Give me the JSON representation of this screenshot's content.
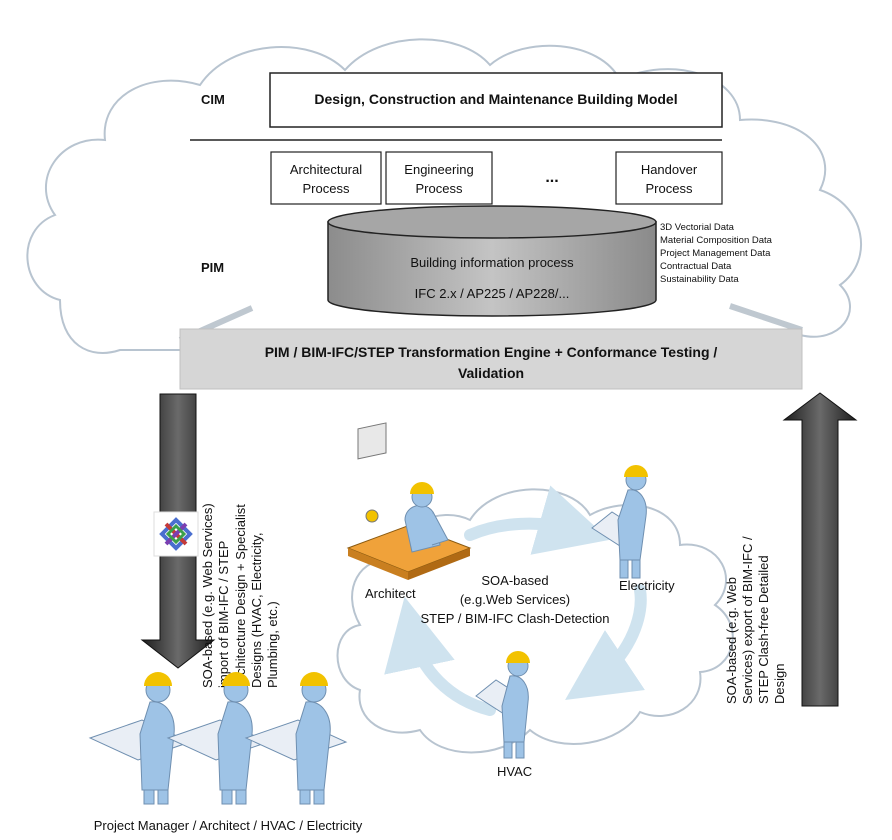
{
  "cim": {
    "label": "CIM",
    "model_title": "Design, Construction and Maintenance Building Model",
    "processes": [
      {
        "line1": "Architectural",
        "line2": "Process"
      },
      {
        "line1": "Engineering",
        "line2": "Process"
      },
      {
        "line1": "Handover",
        "line2": "Process"
      }
    ],
    "ellipsis": "..."
  },
  "pim": {
    "label": "PIM",
    "cylinder_title": "Building information process",
    "cylinder_formats": "IFC 2.x / AP225 / AP228/...",
    "data_types": [
      "3D Vectorial Data",
      "Material Composition Data",
      "Project Management Data",
      "Contractual Data",
      "Sustainability Data"
    ]
  },
  "engine": {
    "line1": "PIM / BIM-IFC/STEP Transformation Engine + Conformance Testing /",
    "line2": "Validation"
  },
  "import_arrow": {
    "lines": [
      "SOA-based (e.g. Web Services)",
      "import of BIM-IFC / STEP",
      "Architecture Design + Specialist",
      "Designs (HVAC, Electricity,",
      "Plumbing, etc.)"
    ]
  },
  "export_arrow": {
    "lines": [
      "SOA-based (e.g. Web",
      "Services) export of BIM-IFC /",
      "STEP Clash-free Detailed",
      "Design"
    ]
  },
  "clash_cloud": {
    "line1": "SOA-based",
    "line2": "(e.g.Web Services)",
    "line3": "STEP / BIM-IFC Clash-Detection"
  },
  "roles": {
    "architect": "Architect",
    "electricity": "Electricity",
    "hvac": "HVAC",
    "team": "Project Manager / Architect / HVAC / Electricity"
  },
  "colors": {
    "cloud_fill": "#ffffff",
    "cloud_stroke": "#b8c4d0",
    "cylinder_fill": "#b8b8b8",
    "engine_fill": "#d6d6d6",
    "arrow_dark": "#2e2e2e",
    "worker_body": "#9ec3e6",
    "worker_helmet": "#f2c200",
    "cycle_arrow": "#cfe3ef"
  }
}
